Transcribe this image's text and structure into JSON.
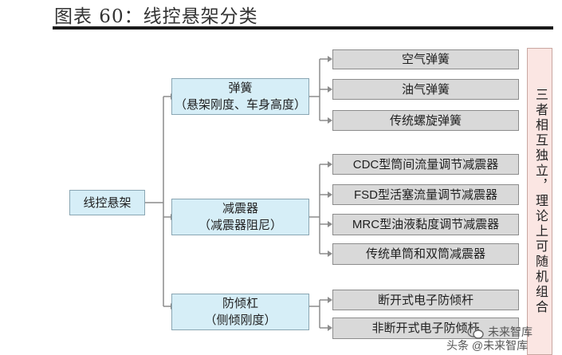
{
  "title": "图表 60：线控悬架分类",
  "root": "线控悬架",
  "branches": [
    {
      "name": "弹簧",
      "sub": "（悬架刚度、车身高度）",
      "children": [
        "空气弹簧",
        "油气弹簧",
        "传统螺旋弹簧"
      ]
    },
    {
      "name": "减震器",
      "sub": "（减震器阻尼）",
      "children": [
        "CDC型筒间流量调节减震器",
        "FSD型活塞流量调节减震器",
        "MRC型油液黏度调节减震器",
        "传统单筒和双筒减震器"
      ]
    },
    {
      "name": "防倾杠",
      "sub": "（侧倾刚度）",
      "children": [
        "断开式电子防倾杆",
        "非断开式电子防倾杆"
      ]
    }
  ],
  "side_note": "三者相互独立，理论上可随机组合",
  "watermark": {
    "top": "未来智库",
    "bottom": "头条 @未来智库"
  },
  "colors": {
    "root_fill": "#d6eef7",
    "leaf_fill": "#d9d9d9",
    "side_fill": "#fbe6e3",
    "line": "#8c8c8c"
  }
}
